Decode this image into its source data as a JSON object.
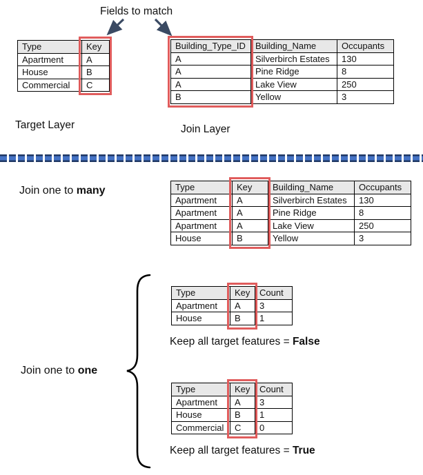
{
  "title": "Fields to match",
  "sections": {
    "target_layer_label": "Target Layer",
    "join_layer_label": "Join Layer",
    "one_to_many": {
      "prefix": "Join one to ",
      "bold": "many"
    },
    "one_to_one": {
      "prefix": "Join one to ",
      "bold": "one"
    },
    "keep_false": {
      "prefix": "Keep all target features = ",
      "bold": "False"
    },
    "keep_true": {
      "prefix": "Keep all target features = ",
      "bold": "True"
    }
  },
  "tables": {
    "target": {
      "headers": [
        "Type",
        "Key"
      ],
      "rows": [
        [
          "Apartment",
          "A"
        ],
        [
          "House",
          "B"
        ],
        [
          "Commercial",
          "C"
        ]
      ]
    },
    "join": {
      "headers": [
        "Building_Type_ID",
        "Building_Name",
        "Occupants"
      ],
      "rows": [
        [
          "A",
          "Silverbirch Estates",
          "130"
        ],
        [
          "A",
          "Pine Ridge",
          "8"
        ],
        [
          "A",
          "Lake View",
          "250"
        ],
        [
          "B",
          "Yellow",
          "3"
        ]
      ]
    },
    "one_to_many": {
      "headers": [
        "Type",
        "Key",
        "Building_Name",
        "Occupants"
      ],
      "rows": [
        [
          "Apartment",
          "A",
          "Silverbirch Estates",
          "130"
        ],
        [
          "Apartment",
          "A",
          "Pine Ridge",
          "8"
        ],
        [
          "Apartment",
          "A",
          "Lake View",
          "250"
        ],
        [
          "House",
          "B",
          "Yellow",
          "3"
        ]
      ]
    },
    "count_false": {
      "headers": [
        "Type",
        "Key",
        "Count"
      ],
      "rows": [
        [
          "Apartment",
          "A",
          "3"
        ],
        [
          "House",
          "B",
          "1"
        ]
      ]
    },
    "count_true": {
      "headers": [
        "Type",
        "Key",
        "Count"
      ],
      "rows": [
        [
          "Apartment",
          "A",
          "3"
        ],
        [
          "House",
          "B",
          "1"
        ],
        [
          "Commercial",
          "C",
          "0"
        ]
      ]
    }
  },
  "colors": {
    "highlight_red": "#E05C5C",
    "table_header_gray": "#E8E8E8",
    "divider_navy": "#203864",
    "divider_blue": "#4472C4",
    "arrow_navy": "#3A4A63"
  }
}
